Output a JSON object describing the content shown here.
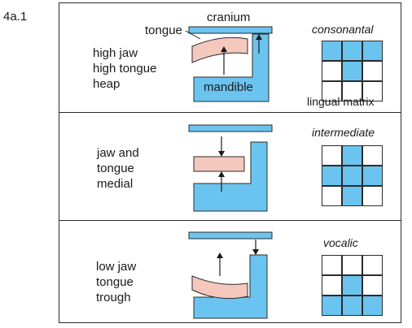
{
  "figure_label": "4a.1",
  "colors": {
    "bone": "#6bc4ef",
    "tongue": "#f5c8bd",
    "outline": "#2b2b2b"
  },
  "rows": [
    {
      "description": [
        "high jaw",
        "high tongue",
        "heap"
      ],
      "labels": {
        "cranium": "cranium",
        "tongue": "tongue",
        "mandible": "mandible"
      },
      "matrix_title": "consonantal",
      "matrix_caption": "lingual matrix",
      "matrix": [
        [
          1,
          1,
          1
        ],
        [
          0,
          1,
          0
        ],
        [
          0,
          0,
          0
        ]
      ]
    },
    {
      "description": [
        "jaw and",
        "tongue",
        "medial"
      ],
      "matrix_title": "intermediate",
      "matrix": [
        [
          0,
          1,
          0
        ],
        [
          1,
          1,
          1
        ],
        [
          0,
          1,
          0
        ]
      ]
    },
    {
      "description": [
        "low jaw",
        "tongue",
        "trough"
      ],
      "matrix_title": "vocalic",
      "matrix": [
        [
          0,
          0,
          0
        ],
        [
          0,
          1,
          0
        ],
        [
          1,
          1,
          1
        ]
      ]
    }
  ]
}
